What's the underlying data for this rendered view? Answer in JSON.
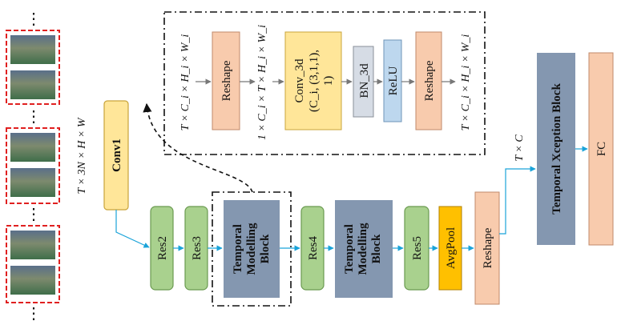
{
  "input": {
    "shape_label": "T × 3N × H × W",
    "ellipsis": "⋮"
  },
  "blocks": {
    "conv1": "Conv1",
    "res2": "Res2",
    "res3": "Res3",
    "tmb1": [
      "Temporal",
      "Modelling",
      "Block"
    ],
    "res4": "Res4",
    "tmb2": [
      "Temporal",
      "Modelling",
      "Block"
    ],
    "res5": "Res5",
    "avgpool": "AvgPool",
    "reshape": "Reshape",
    "txb": "Temporal Xception Block",
    "fc": "FC"
  },
  "tc_label": "T × C",
  "detail": {
    "in_shape": "T × C_i × H_i × W_i",
    "reshape1": "Reshape",
    "mid_shape": "1 × C_i × T × H_i × W_i",
    "conv3d": [
      "Conv_3d",
      "(C_i, (3,1,1),",
      "1)"
    ],
    "bn3d": "BN_3d",
    "relu": "ReLU",
    "reshape2": "Reshape",
    "out_shape": "T × C_i × H_i × W_i"
  },
  "colors": {
    "green": "#a9d18e",
    "green_border": "#6a9a50",
    "yellow": "#ffe699",
    "yellow_border": "#c9a43a",
    "slate": "#8497b0",
    "orange": "#f8cbad",
    "orange_border": "#c08a6a",
    "gray": "#d6dce5",
    "blue": "#bdd7ee",
    "gold": "#ffc000",
    "arrow": "#1aa3d9"
  }
}
